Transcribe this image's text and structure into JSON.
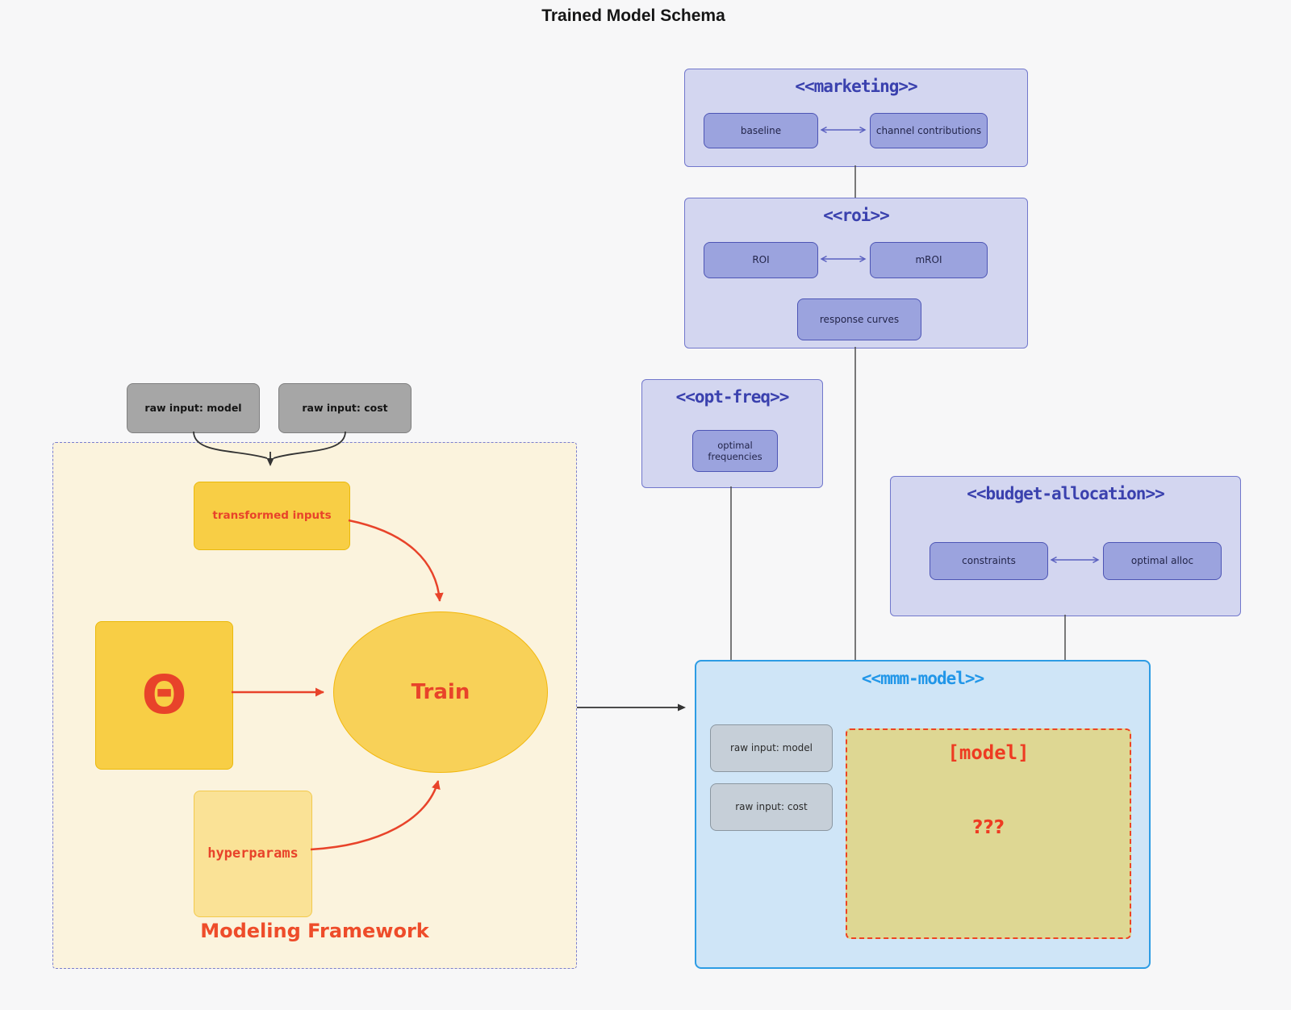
{
  "title": "Trained Model Schema",
  "groups": {
    "marketing": {
      "label": "<<marketing>>",
      "baseline": "baseline",
      "channel_contributions": "channel contributions"
    },
    "roi": {
      "label": "<<roi>>",
      "roi": "ROI",
      "mroi": "mROI",
      "response_curves": "response curves"
    },
    "opt_freq": {
      "label": "<<opt-freq>>",
      "optimal_frequencies": "optimal frequencies"
    },
    "budget_allocation": {
      "label": "<<budget-allocation>>",
      "constraints": "constraints",
      "optimal_alloc": "optimal alloc"
    },
    "mmm_model": {
      "label": "<<mmm-model>>",
      "raw_input_model": "raw input: model",
      "raw_input_cost": "raw input: cost",
      "model": "[model]",
      "unknown": "???"
    },
    "modeling_framework": {
      "label": "Modeling Framework",
      "raw_input_model": "raw input: model",
      "raw_input_cost": "raw input: cost",
      "transformed_inputs": "transformed inputs",
      "theta": "Θ",
      "train": "Train",
      "hyperparams": "hyperparams"
    }
  },
  "colors": {
    "background": "#f7f7f8",
    "purple_group_fill": "#d3d6f0",
    "purple_group_border": "#7177cc",
    "purple_node_fill": "#9ba3de",
    "purple_node_border": "#4d55b5",
    "purple_title_text": "#3a41ae",
    "gray_node_fill": "#a6a6a6",
    "grayblue_node_fill": "#c6cfd8",
    "framework_fill": "#fbf3dd",
    "framework_border": "#7a7ecf",
    "yellow_node_fill": "#f8ce45",
    "yellow_node_border": "#eab90b",
    "pale_yellow_fill": "#fae296",
    "train_fill": "#f8d158",
    "red_accent": "#e8432a",
    "mmm_fill": "#cfe5f7",
    "mmm_border": "#2d9ce4",
    "mmm_title_text": "#2196e8",
    "model_box_fill": "#ded793",
    "model_box_border": "#ee4422",
    "connector_gray": "#4f4f4f",
    "double_arrow_purple": "#5a60c0"
  }
}
